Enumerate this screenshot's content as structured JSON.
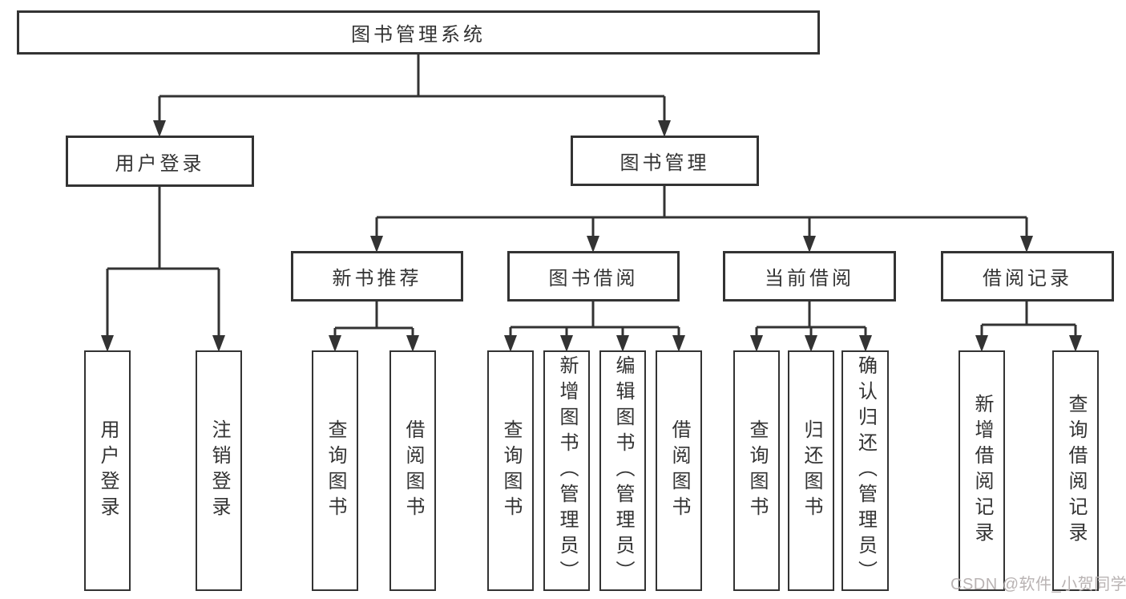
{
  "diagram": {
    "root": {
      "label": "图书管理系统"
    },
    "branches": [
      {
        "label": "用户登录",
        "children": [
          {
            "label": "用户登录"
          },
          {
            "label": "注销登录"
          }
        ]
      },
      {
        "label": "图书管理",
        "children": [
          {
            "label": "新书推荐",
            "children": [
              {
                "label": "查询图书"
              },
              {
                "label": "借阅图书"
              }
            ]
          },
          {
            "label": "图书借阅",
            "children": [
              {
                "label": "查询图书"
              },
              {
                "label": "新增图书（管理员）"
              },
              {
                "label": "编辑图书（管理员）"
              },
              {
                "label": "借阅图书"
              }
            ]
          },
          {
            "label": "当前借阅",
            "children": [
              {
                "label": "查询图书"
              },
              {
                "label": "归还图书"
              },
              {
                "label": "确认归还（管理员）"
              }
            ]
          },
          {
            "label": "借阅记录",
            "children": [
              {
                "label": "新增借阅记录"
              },
              {
                "label": "查询借阅记录"
              }
            ]
          }
        ]
      }
    ]
  },
  "watermark": {
    "text": "CSDN @软件_小贺同学"
  },
  "colors": {
    "line": "#333333",
    "box_border": "#333333",
    "text": "#333333",
    "background": "#ffffff",
    "watermark": "#b9b3b3"
  }
}
